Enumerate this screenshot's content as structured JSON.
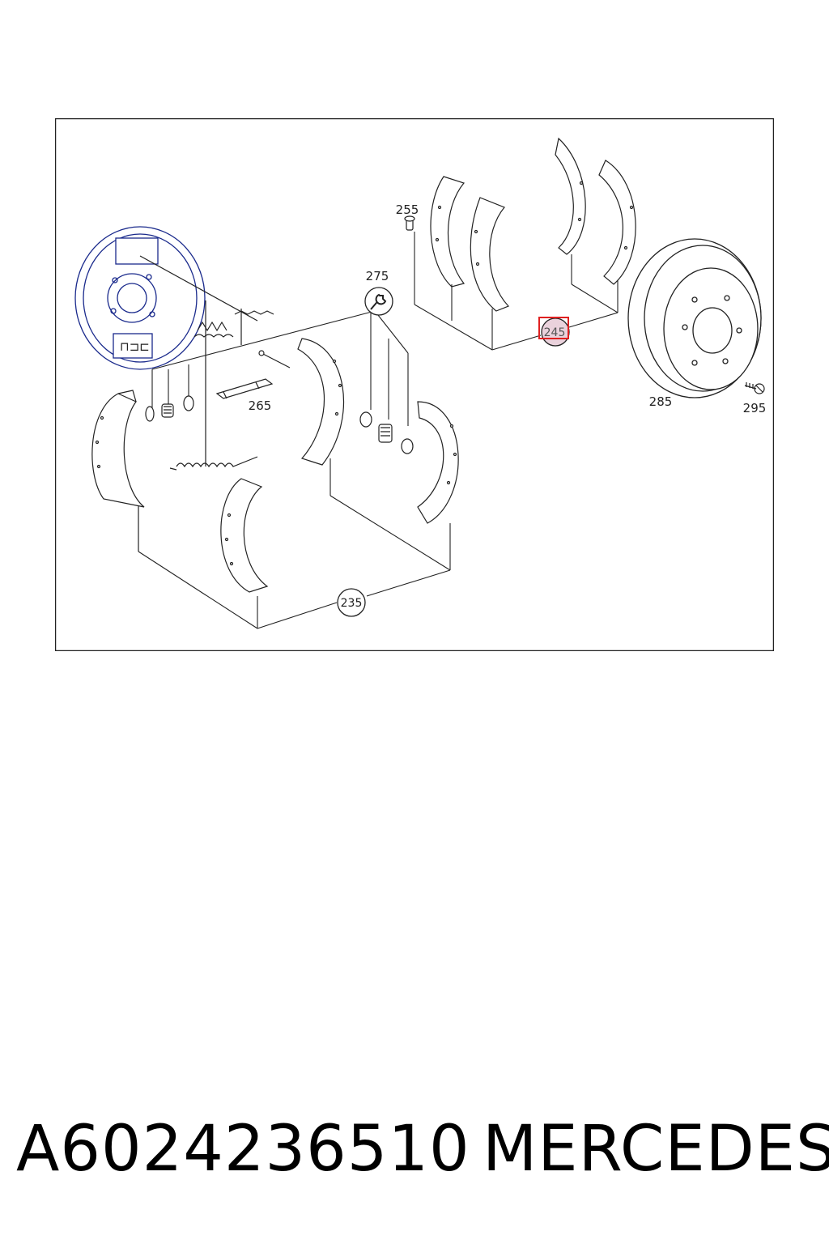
{
  "diagram": {
    "callouts": [
      {
        "id": "p235",
        "label": "235"
      },
      {
        "id": "p245",
        "label": "245"
      },
      {
        "id": "p255",
        "label": "255"
      },
      {
        "id": "p265",
        "label": "265"
      },
      {
        "id": "p275",
        "label": "275"
      },
      {
        "id": "p285",
        "label": "285"
      },
      {
        "id": "p295",
        "label": "295"
      }
    ],
    "highlighted_callout": "245",
    "highlight_color": "#e02020",
    "line_color": "#222222",
    "backing_plate_color": "#1a2a8c"
  },
  "caption": {
    "part_number": "A6024236510",
    "brand": "MERCEDES"
  }
}
